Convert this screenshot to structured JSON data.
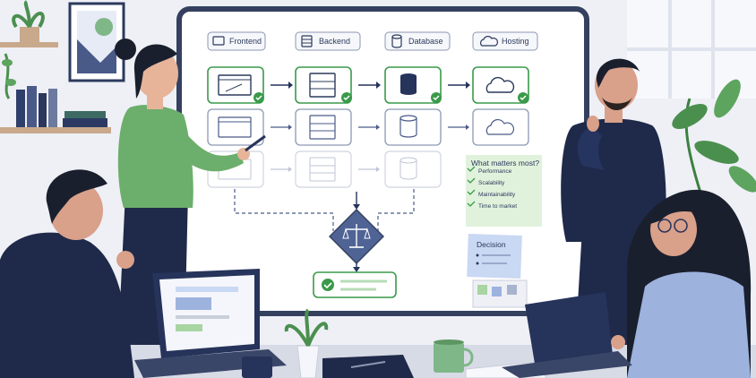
{
  "board": {
    "columns": [
      {
        "label": "Frontend",
        "icon": "monitor-icon"
      },
      {
        "label": "Backend",
        "icon": "server-icon"
      },
      {
        "label": "Database",
        "icon": "database-icon"
      },
      {
        "label": "Hosting",
        "icon": "cloud-icon"
      }
    ],
    "row1_checked": true,
    "decision_icon": "balance-scale-icon",
    "result_icon": "check-circle-icon"
  },
  "sticky_note": {
    "title": "What matters most?",
    "items": [
      "Performance",
      "Scalability",
      "Maintainability",
      "Time to market"
    ]
  },
  "decision_note": {
    "title": "Decision"
  },
  "colors": {
    "board_frame": "#34405e",
    "accent_green": "#3a9a4a",
    "navy": "#26335a",
    "diamond": "#4f6395",
    "sticky_green": "#e1f2dc",
    "sticky_blue": "#c9d8f3",
    "shirt_green": "#6cae6b"
  }
}
